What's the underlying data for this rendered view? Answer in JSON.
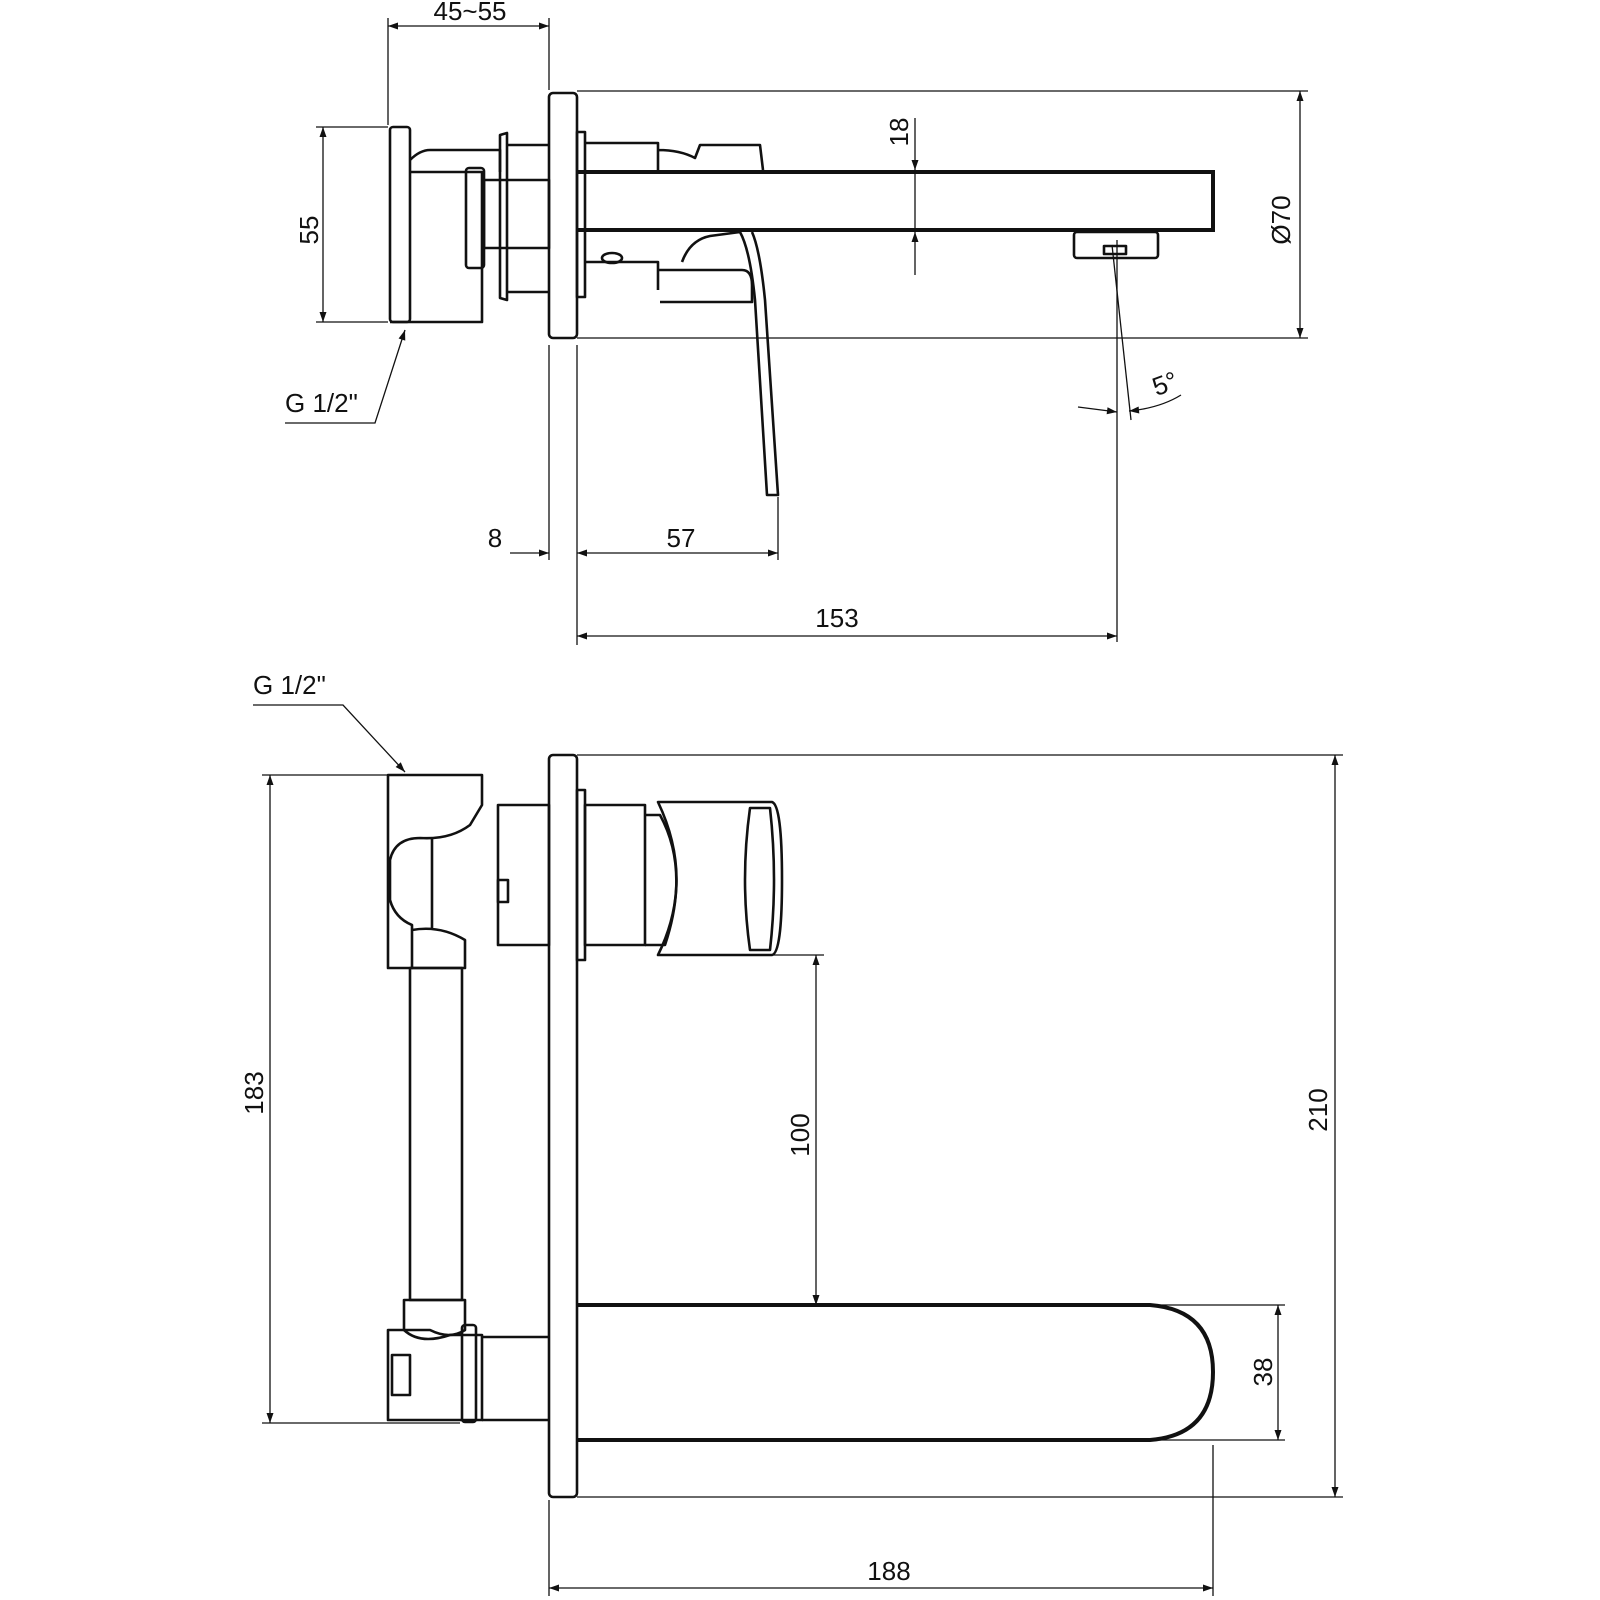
{
  "drawings": {
    "side_view": {
      "dimensions": {
        "body_depth": "45~55",
        "body_height": "55",
        "spout_height": "18",
        "plate_diameter": "Ø70",
        "connection": "G 1/2\"",
        "spout_angle": "5°",
        "plate_thickness": "8",
        "lever_length": "57",
        "spout_projection": "153"
      }
    },
    "front_view": {
      "dimensions": {
        "connection": "G 1/2\"",
        "total_body_height": "183",
        "handle_to_spout": "100",
        "plate_height": "210",
        "spout_height": "38",
        "overall_length": "188"
      }
    }
  }
}
